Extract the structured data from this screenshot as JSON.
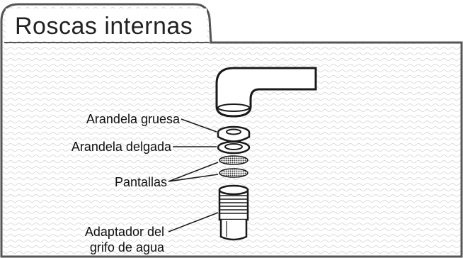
{
  "title": "Roscas internas",
  "labels": {
    "thick_washer": "Arandela gruesa",
    "thin_washer": "Arandela delgada",
    "screens": "Pantallas",
    "adapter_line1": "Adaptador del",
    "adapter_line2": "grifo de agua"
  },
  "colors": {
    "frame": "#555555",
    "texture": "#cfcfcf",
    "ink": "#1a1a1a",
    "part_fill": "#ffffff"
  }
}
